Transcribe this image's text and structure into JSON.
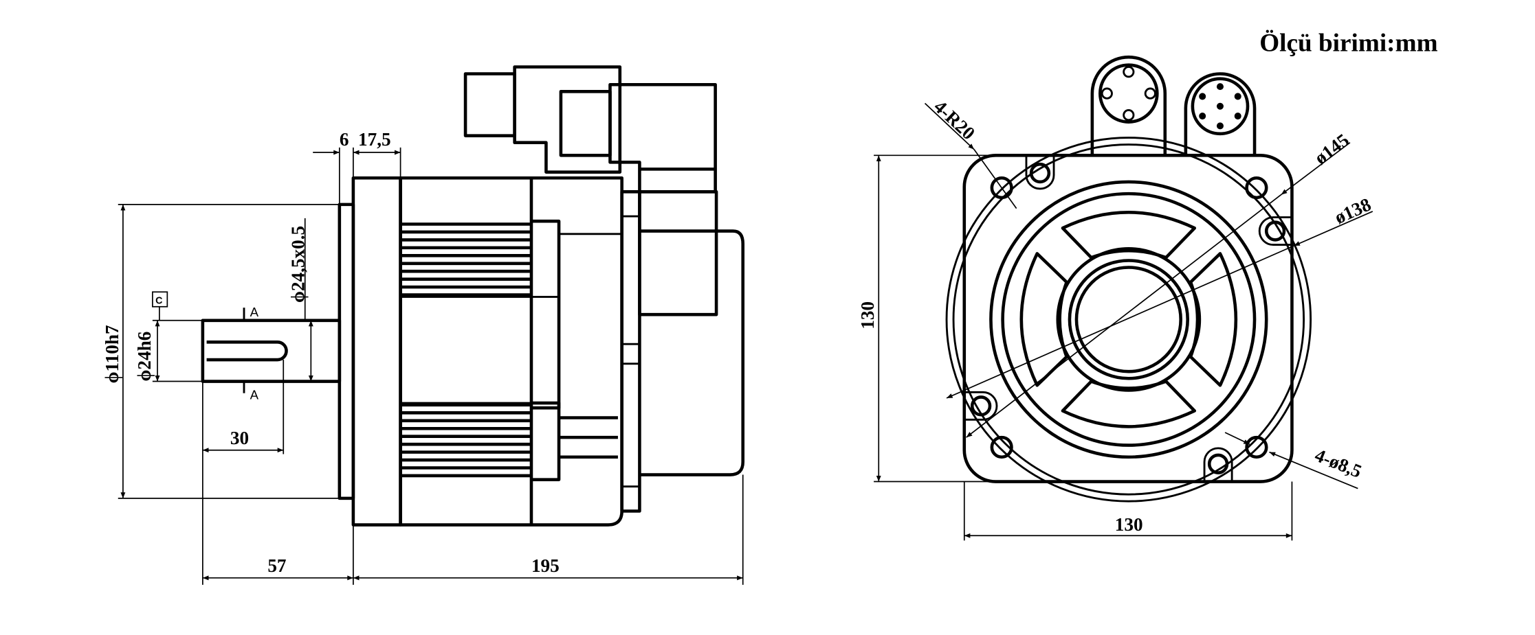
{
  "title": "Ölçü birimi:mm",
  "side_view": {
    "dim_total_length": "195",
    "dim_shaft_length": "57",
    "dim_key_length": "30",
    "dim_flange_pilot": "ϕ110h7",
    "dim_shaft_dia": "ϕ24h6",
    "dim_key_depth": "ϕ24,5x0.5",
    "dim_pilot_thickness": "6",
    "dim_flange_thickness": "17,5",
    "section_mark": "A",
    "datum_label": "C"
  },
  "front_view": {
    "dim_height": "130",
    "dim_width": "130",
    "dim_corner_radius": "4-R20",
    "dim_pcd": "ø145",
    "dim_outer_dia": "ø138",
    "dim_holes": "4-ø8,5"
  }
}
